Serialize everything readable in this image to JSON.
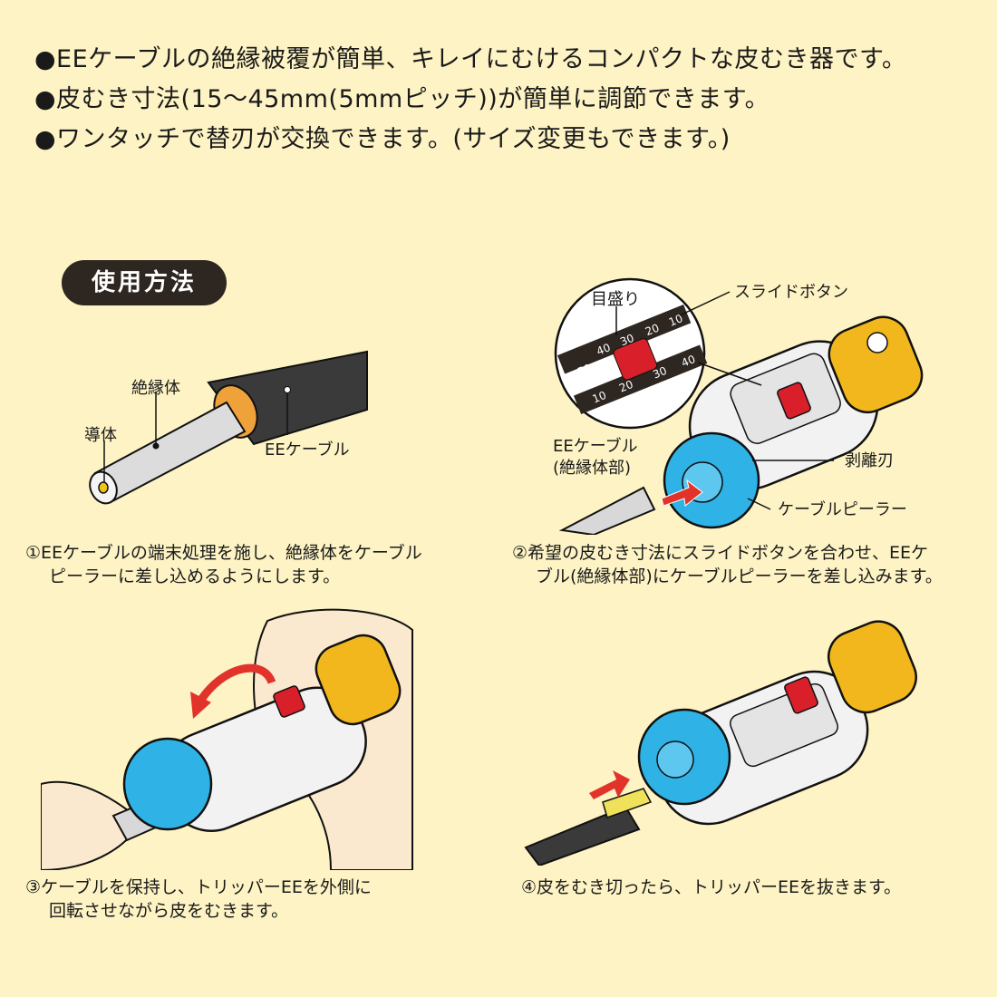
{
  "features": [
    "●EEケーブルの絶縁被覆が簡単、キレイにむけるコンパクトな皮むき器です。",
    "●皮むき寸法(15〜45mm(5mmピッチ))が簡単に調節できます。",
    "●ワンタッチで替刃が交換できます。(サイズ変更もできます。)"
  ],
  "usage_badge": "使用方法",
  "figure1": {
    "label_insulator": "絶縁体",
    "label_conductor": "導体",
    "label_cable": "EEケーブル"
  },
  "figure2": {
    "label_scale": "目盛り",
    "label_slide_button": "スライドボタン",
    "label_cable": "EEケーブル",
    "label_cable_part": "(絶縁体部)",
    "label_blade": "剥離刃",
    "label_peeler": "ケーブルピーラー",
    "scale_top": [
      "50",
      "40",
      "30",
      "20",
      "10"
    ],
    "scale_bottom": [
      "10",
      "20",
      "30",
      "40"
    ]
  },
  "steps": [
    {
      "line1": "①EEケーブルの端末処理を施し、絶縁体をケーブル",
      "line2": "ピーラーに差し込めるようにします。"
    },
    {
      "line1": "②希望の皮むき寸法にスライドボタンを合わせ、EEケ",
      "line2": "ブル(絶縁体部)にケーブルピーラーを差し込みます。"
    },
    {
      "line1": "③ケーブルを保持し、トリッパーEEを外側に",
      "line2": "回転させながら皮をむきます。"
    },
    {
      "line1": "④皮をむき切ったら、トリッパーEEを抜きます。",
      "line2": ""
    }
  ],
  "colors": {
    "background": "#fdf3c4",
    "tool_blue": "#2fb3e6",
    "tool_yellow": "#f2b71c",
    "slide_red": "#d9202a",
    "arrow_red": "#e2332b",
    "cable_dark": "#3a3a3a",
    "insulator_orange": "#f0a23a",
    "skin": "#fbe9cf"
  }
}
